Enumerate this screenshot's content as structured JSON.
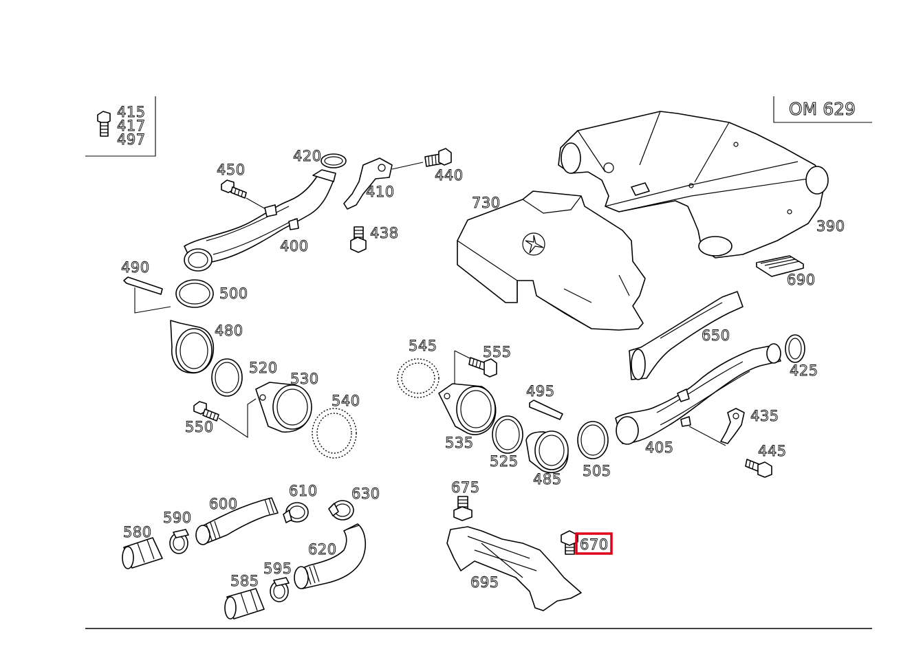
{
  "engine_label": "OM 629",
  "legend_labels": [
    "415",
    "417",
    "497"
  ],
  "highlight_color": "#e0001a",
  "parts": {
    "p390": "390",
    "p400": "400",
    "p405": "405",
    "p410": "410",
    "p420": "420",
    "p425": "425",
    "p435": "435",
    "p438": "438",
    "p440": "440",
    "p445": "445",
    "p450": "450",
    "p480": "480",
    "p485": "485",
    "p490": "490",
    "p495": "495",
    "p500": "500",
    "p505": "505",
    "p520": "520",
    "p525": "525",
    "p530": "530",
    "p535": "535",
    "p540": "540",
    "p545": "545",
    "p550": "550",
    "p555": "555",
    "p580": "580",
    "p585": "585",
    "p590": "590",
    "p595": "595",
    "p600": "600",
    "p610": "610",
    "p620": "620",
    "p630": "630",
    "p650": "650",
    "p670": "670",
    "p675": "675",
    "p690": "690",
    "p695": "695",
    "p730": "730"
  }
}
